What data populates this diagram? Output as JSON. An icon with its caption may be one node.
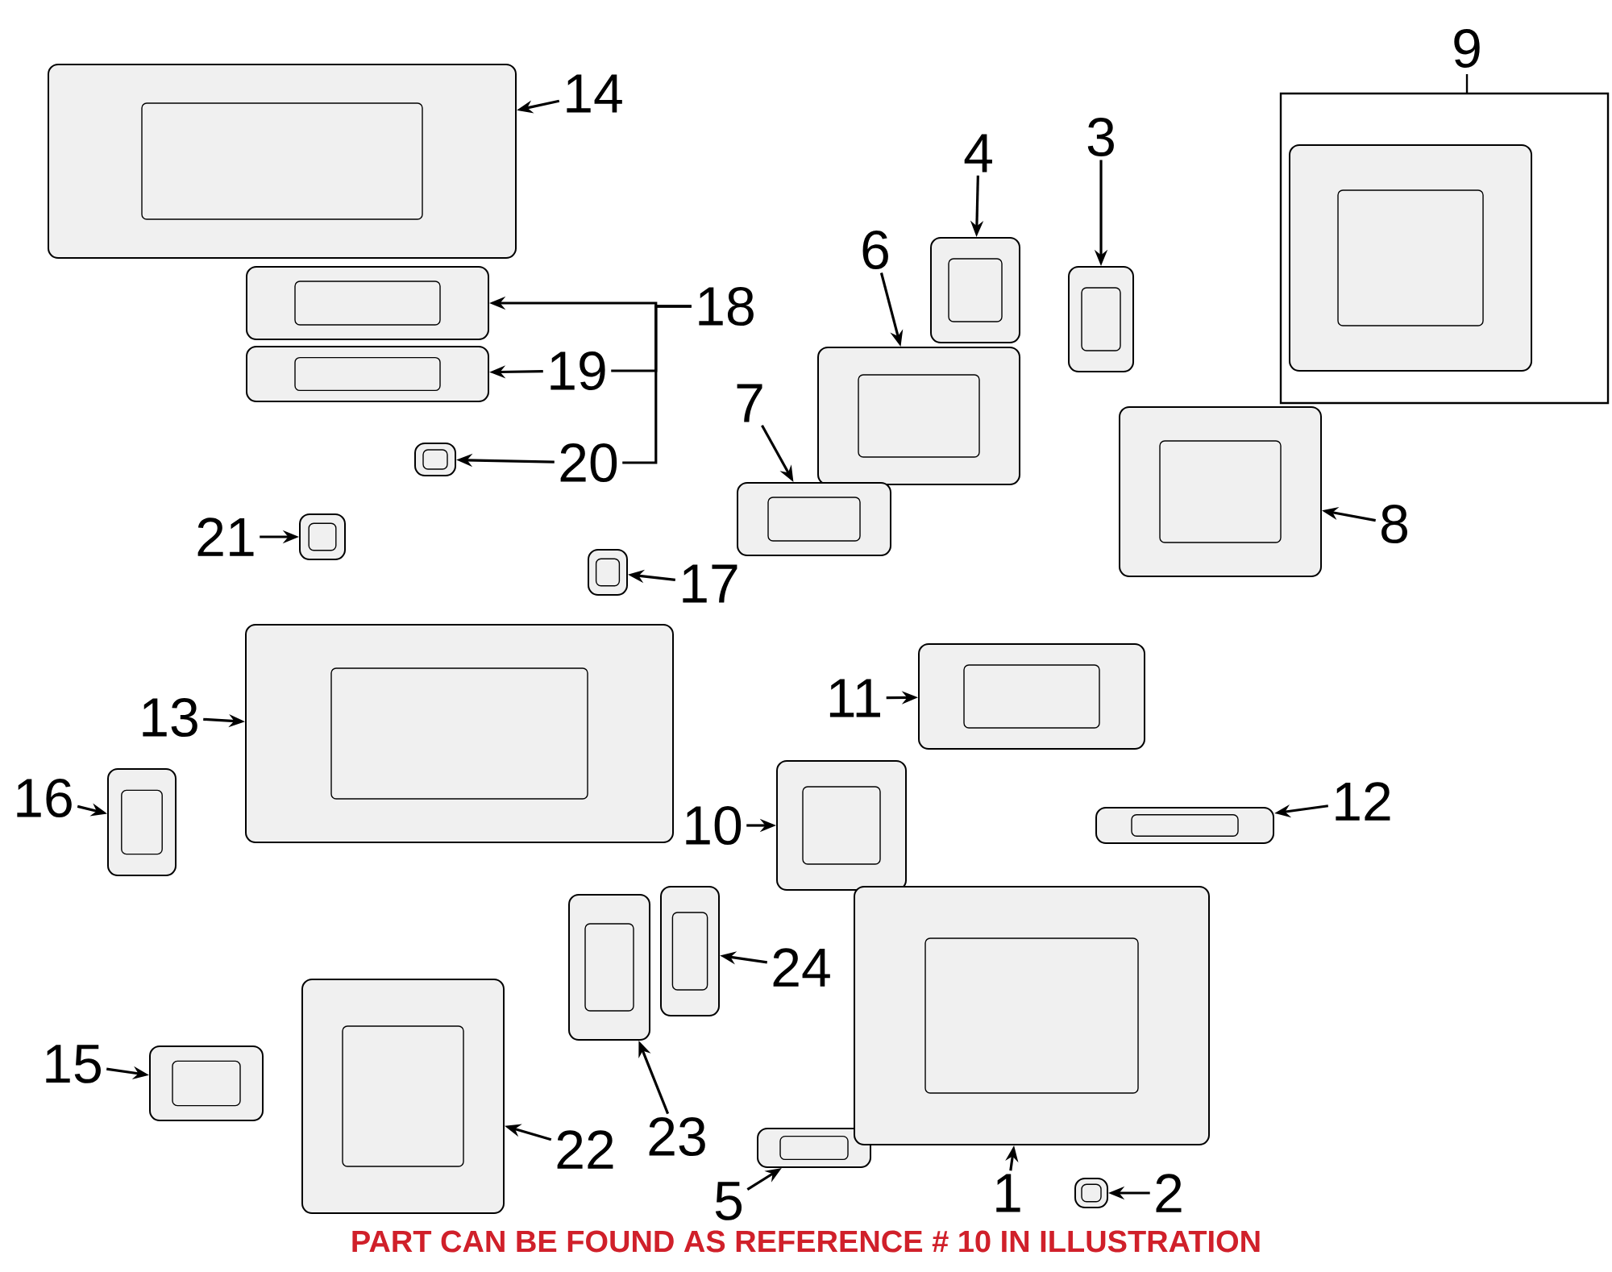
{
  "diagram": {
    "nodes": [
      {
        "text": [
          "9"
        ]
      },
      {
        "text": [],
        "shape": "picture",
        "in": 0
      },
      {
        "text": [
          "14"
        ]
      },
      {
        "text": [],
        "shape": "picture"
      },
      {
        "text": [
          "4"
        ]
      },
      {
        "text": [],
        "shape": "picture"
      },
      {
        "text": [
          "3"
        ]
      },
      {
        "text": [],
        "shape": "picture"
      },
      {
        "text": [
          "18"
        ]
      },
      {
        "text": [],
        "shape": "picture"
      },
      {
        "text": [
          "6"
        ]
      },
      {
        "text": [],
        "shape": "picture"
      },
      {
        "text": [
          "19"
        ]
      },
      {
        "text": [],
        "shape": "picture"
      },
      {
        "text": [
          "20"
        ]
      },
      {
        "text": [],
        "shape": "picture"
      },
      {
        "text": [
          "7"
        ]
      },
      {
        "text": [],
        "shape": "picture"
      },
      {
        "text": [
          "8"
        ]
      },
      {
        "text": [],
        "shape": "picture"
      },
      {
        "text": [
          "21"
        ]
      },
      {
        "text": [],
        "shape": "picture"
      },
      {
        "text": [
          "17"
        ]
      },
      {
        "text": [],
        "shape": "picture"
      },
      {
        "text": [
          "13"
        ]
      },
      {
        "text": [],
        "shape": "picture"
      },
      {
        "text": [
          "11"
        ]
      },
      {
        "text": [],
        "shape": "picture"
      },
      {
        "text": [
          "16"
        ]
      },
      {
        "text": [],
        "shape": "picture"
      },
      {
        "text": [
          "10"
        ]
      },
      {
        "text": [],
        "shape": "picture"
      },
      {
        "text": [
          "12"
        ]
      },
      {
        "text": [],
        "shape": "picture"
      },
      {
        "text": [
          "24"
        ]
      },
      {
        "text": [],
        "shape": "picture"
      },
      {
        "text": [
          "15"
        ]
      },
      {
        "text": [],
        "shape": "picture"
      },
      {
        "text": [
          "22"
        ]
      },
      {
        "text": [],
        "shape": "picture"
      },
      {
        "text": [
          "23"
        ]
      },
      {
        "text": [],
        "shape": "picture"
      },
      {
        "text": [
          "5"
        ]
      },
      {
        "text": [],
        "shape": "picture"
      },
      {
        "text": [
          "1"
        ]
      },
      {
        "text": [],
        "shape": "picture"
      },
      {
        "text": [
          "2"
        ]
      },
      {
        "text": [],
        "shape": "picture"
      }
    ],
    "edges": [
      {
        "from": 2,
        "to": 3,
        "arrow": "to"
      },
      {
        "from": 4,
        "to": 5,
        "arrow": "to"
      },
      {
        "from": 6,
        "to": 7,
        "arrow": "to"
      },
      {
        "from": 8,
        "to": 9,
        "arrow": "to"
      },
      {
        "from": 8,
        "to": 12,
        "arrow": "none"
      },
      {
        "from": 8,
        "to": 14,
        "arrow": "none"
      },
      {
        "from": 10,
        "to": 11,
        "arrow": "to"
      },
      {
        "from": 12,
        "to": 13,
        "arrow": "to"
      },
      {
        "from": 14,
        "to": 15,
        "arrow": "to"
      },
      {
        "from": 16,
        "to": 17,
        "arrow": "to"
      },
      {
        "from": 18,
        "to": 19,
        "arrow": "to"
      },
      {
        "from": 20,
        "to": 21,
        "arrow": "to"
      },
      {
        "from": 22,
        "to": 23,
        "arrow": "to"
      },
      {
        "from": 24,
        "to": 25,
        "arrow": "to"
      },
      {
        "from": 26,
        "to": 27,
        "arrow": "to"
      },
      {
        "from": 28,
        "to": 29,
        "arrow": "to"
      },
      {
        "from": 30,
        "to": 31,
        "arrow": "to"
      },
      {
        "from": 32,
        "to": 33,
        "arrow": "to"
      },
      {
        "from": 34,
        "to": 35,
        "arrow": "to"
      },
      {
        "from": 36,
        "to": 37,
        "arrow": "to"
      },
      {
        "from": 38,
        "to": 39,
        "arrow": "to"
      },
      {
        "from": 40,
        "to": 41,
        "arrow": "to"
      },
      {
        "from": 42,
        "to": 43,
        "arrow": "to"
      },
      {
        "from": 44,
        "to": 45,
        "arrow": "to"
      },
      {
        "from": 46,
        "to": 47,
        "arrow": "to"
      }
    ],
    "labels": [
      "PART CAN BE FOUND AS REFERENCE # 10 IN ILLUSTRATION"
    ]
  }
}
